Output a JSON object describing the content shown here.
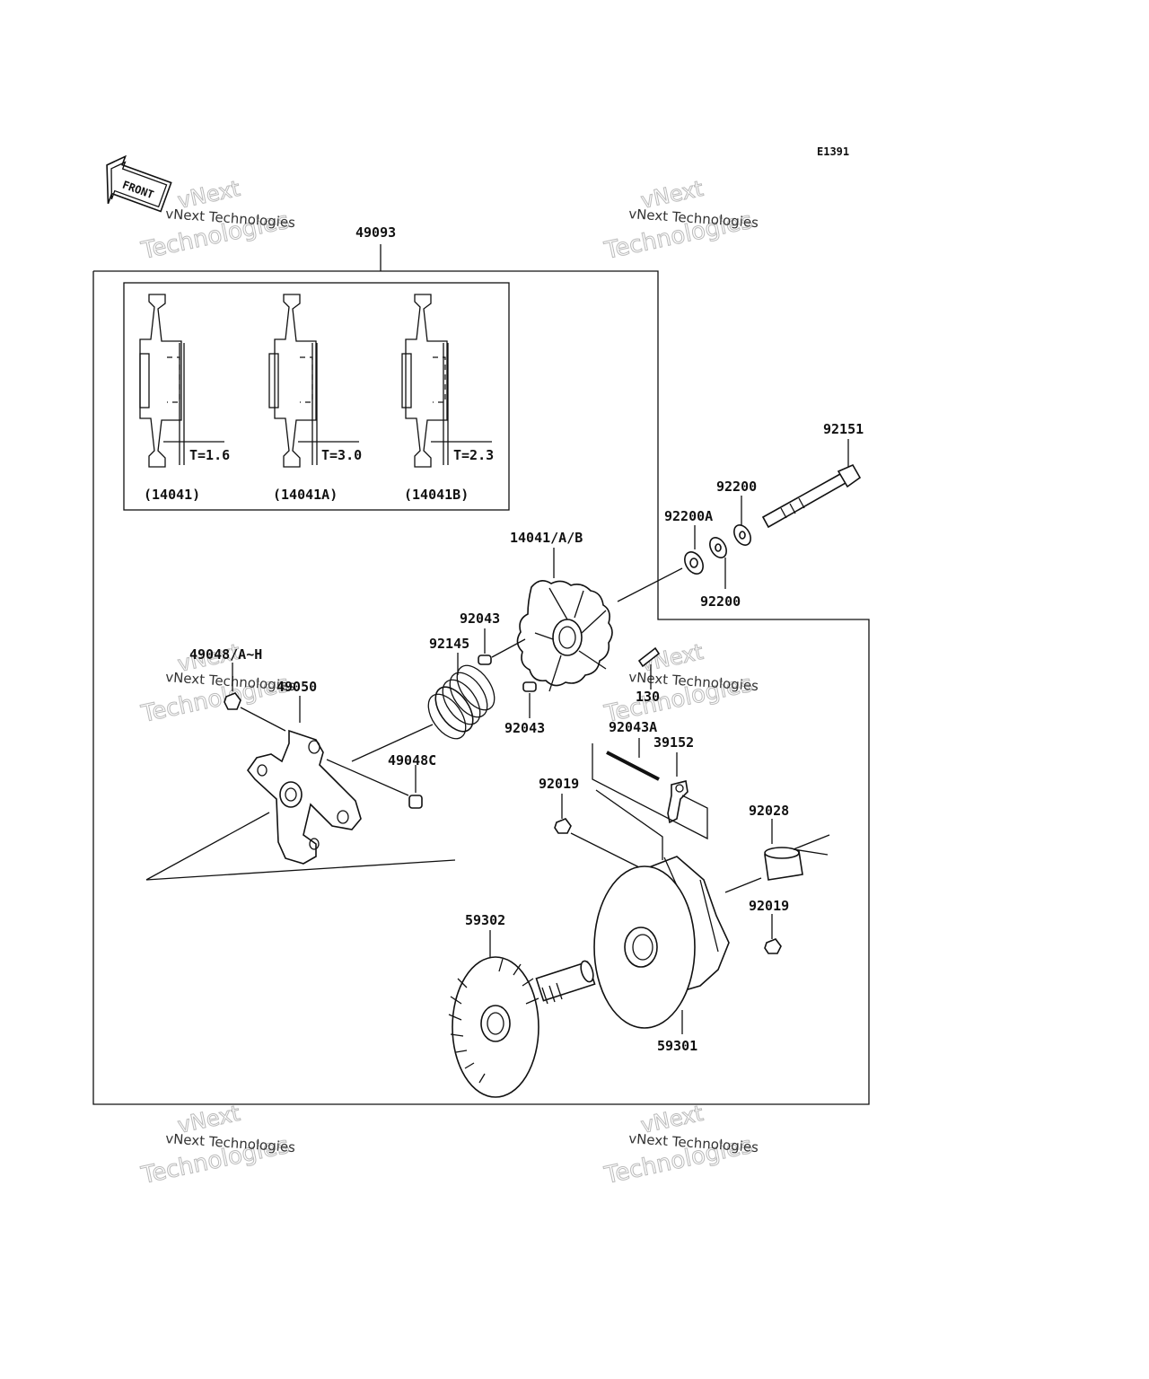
{
  "diagram_code": "E1391",
  "front_arrow_label": "FRONT",
  "watermark": {
    "line1": "vNext Technologies",
    "line2": "Technologies",
    "line3": "vNext"
  },
  "inset_labels": {
    "t1": "T=1.6",
    "t2": "T=3.0",
    "t3": "T=2.3",
    "p1": "(14041)",
    "p2": "(14041A)",
    "p3": "(14041B)"
  },
  "parts": {
    "p49093": "49093",
    "p92151": "92151",
    "p92200_top": "92200",
    "p92200A": "92200A",
    "p92200_bottom": "92200",
    "p14041AB": "14041/A/B",
    "p92043_top": "92043",
    "p92145": "92145",
    "p49048AH": "49048/A~H",
    "p49050": "49050",
    "p130": "130",
    "p92043_bottom": "92043",
    "p92043A": "92043A",
    "p39152": "39152",
    "p49048C": "49048C",
    "p92019_left": "92019",
    "p92028": "92028",
    "p92019_right": "92019",
    "p59302": "59302",
    "p59301": "59301"
  }
}
